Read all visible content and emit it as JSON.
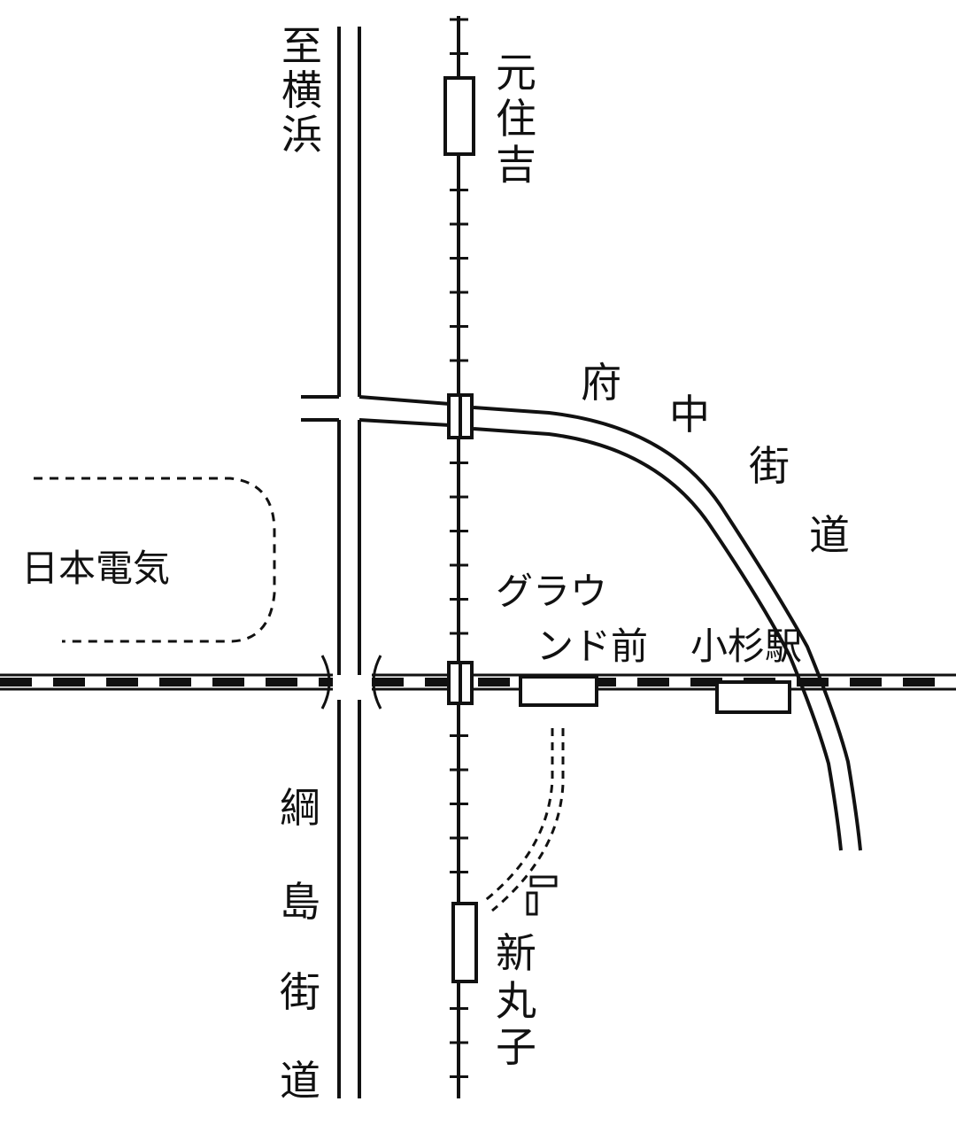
{
  "labels": {
    "to_yokohama": [
      "至",
      "横",
      "浜"
    ],
    "motosumiyoshi": [
      "元",
      "住",
      "吉"
    ],
    "fuchu_kaido": [
      "府",
      "中",
      "街",
      "道"
    ],
    "nec": "日本電気",
    "ground_mae_line1": "グラウ",
    "ground_mae_line2": "ンド前",
    "kosugi_station": "小杉駅",
    "tsunashima_kaido": [
      "綱",
      "島",
      "街",
      "道"
    ],
    "shinmaruko": [
      "新",
      "丸",
      "子"
    ]
  },
  "colors": {
    "ink": "#111111",
    "paper": "#ffffff"
  }
}
